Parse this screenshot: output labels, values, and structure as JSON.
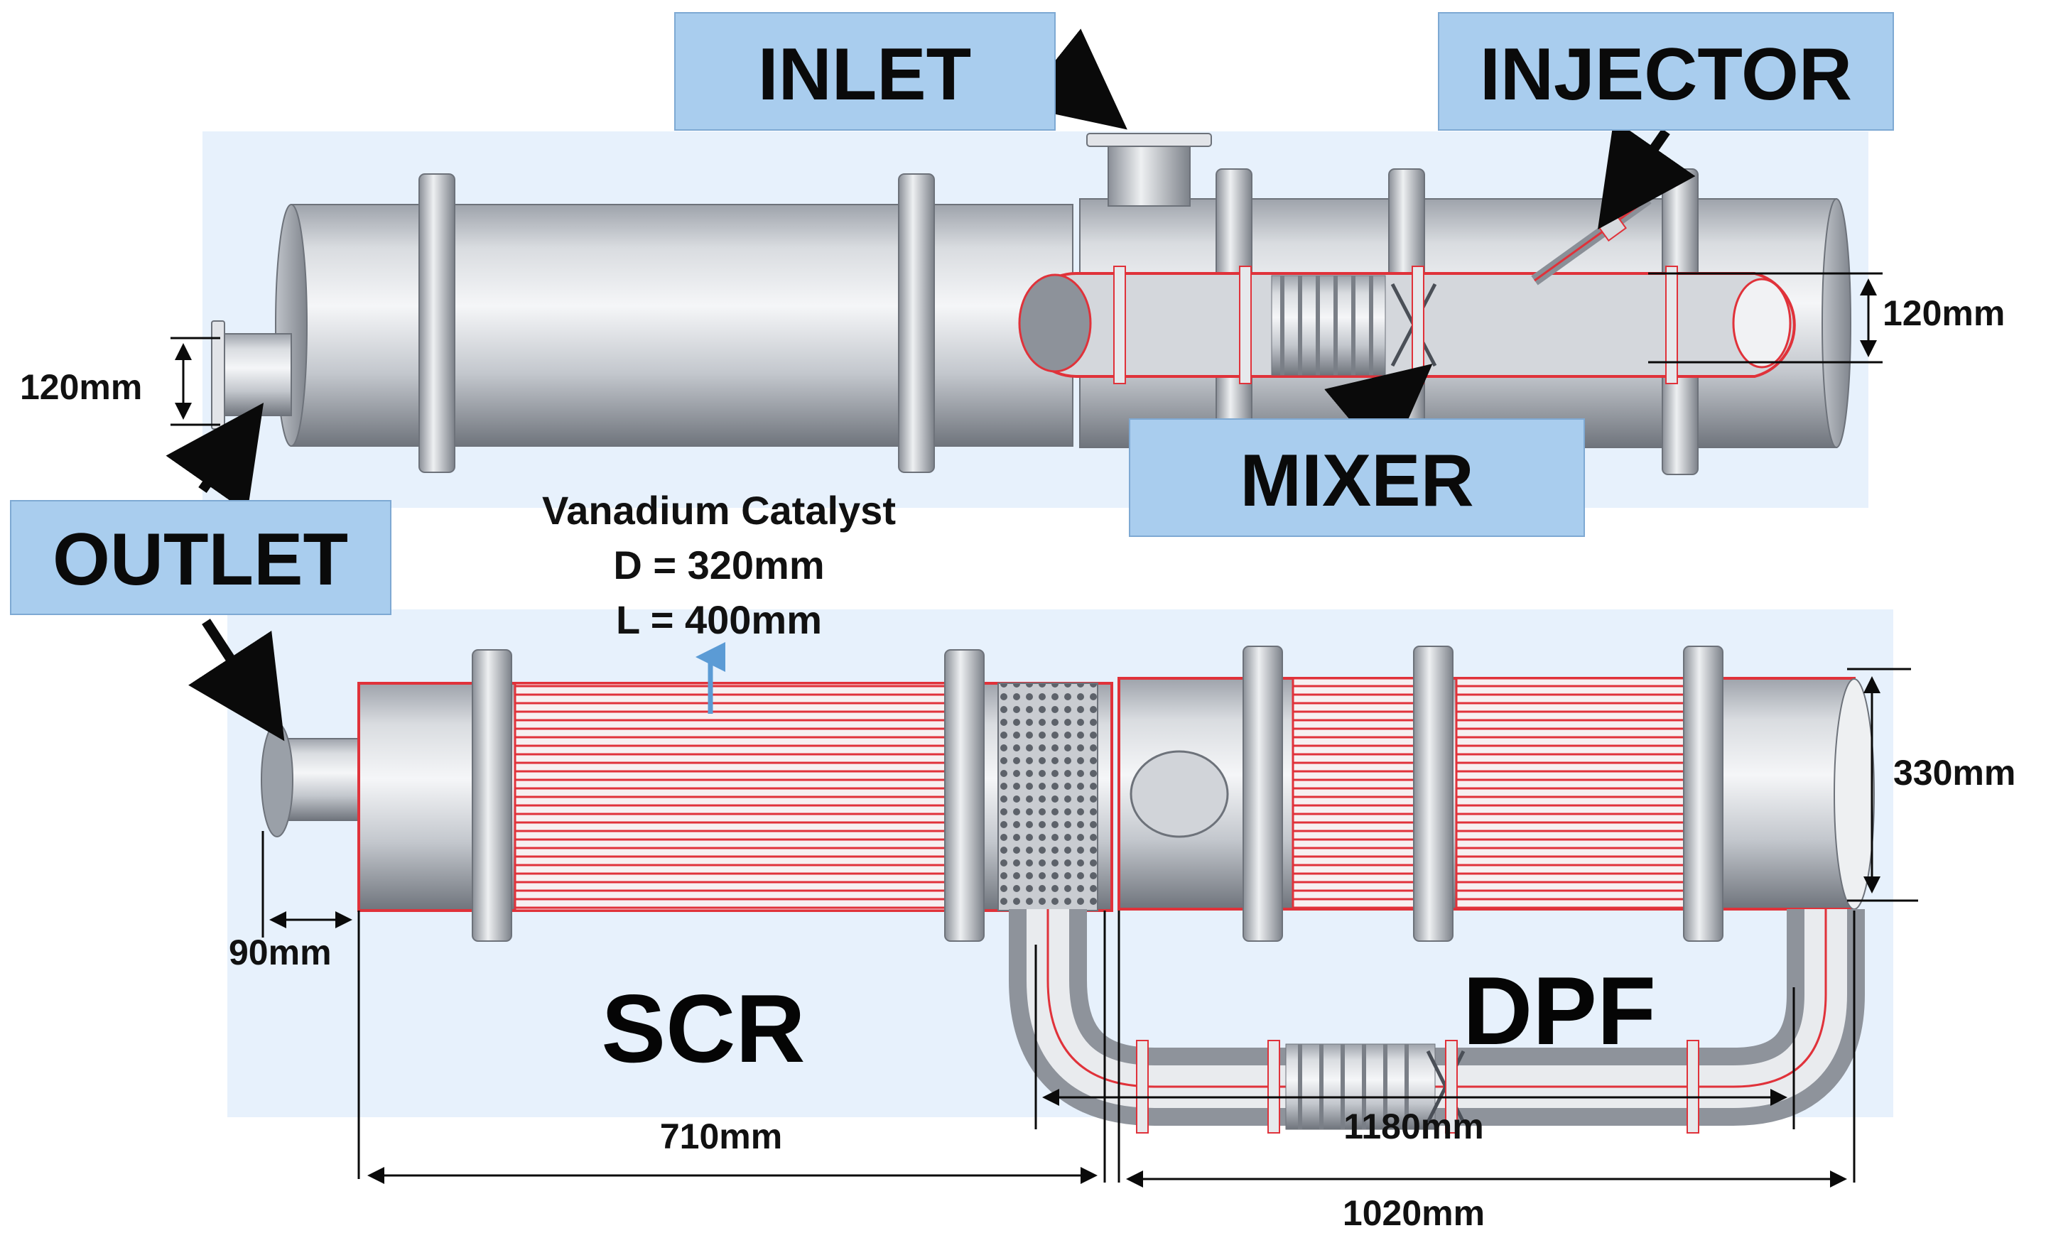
{
  "labels": {
    "inlet": "INLET",
    "injector": "INJECTOR",
    "mixer": "MIXER",
    "outlet": "OUTLET",
    "scr": "SCR",
    "dpf": "DPF"
  },
  "catalyst": {
    "name": "Vanadium  Catalyst",
    "diameter": "D = 320mm",
    "length": "L = 400mm"
  },
  "dimensions": {
    "top_pipe_right": "120mm",
    "top_outlet_left": "120mm",
    "outlet_length": "90mm",
    "body_diameter": "330mm",
    "scr_length": "710mm",
    "pipe_span": "1180mm",
    "dpf_length": "1020mm"
  },
  "colors": {
    "panel_bg": "#e7f1fc",
    "label_box": "#a9cdee",
    "label_box_edge": "#7ea9d3",
    "metal_light": "#f4f5f7",
    "metal_mid": "#bfc3c9",
    "metal_dark": "#6d727a",
    "section_red": "#e0323a",
    "arrow_blue": "#5b9bd5",
    "ink": "#0a0a0a"
  }
}
